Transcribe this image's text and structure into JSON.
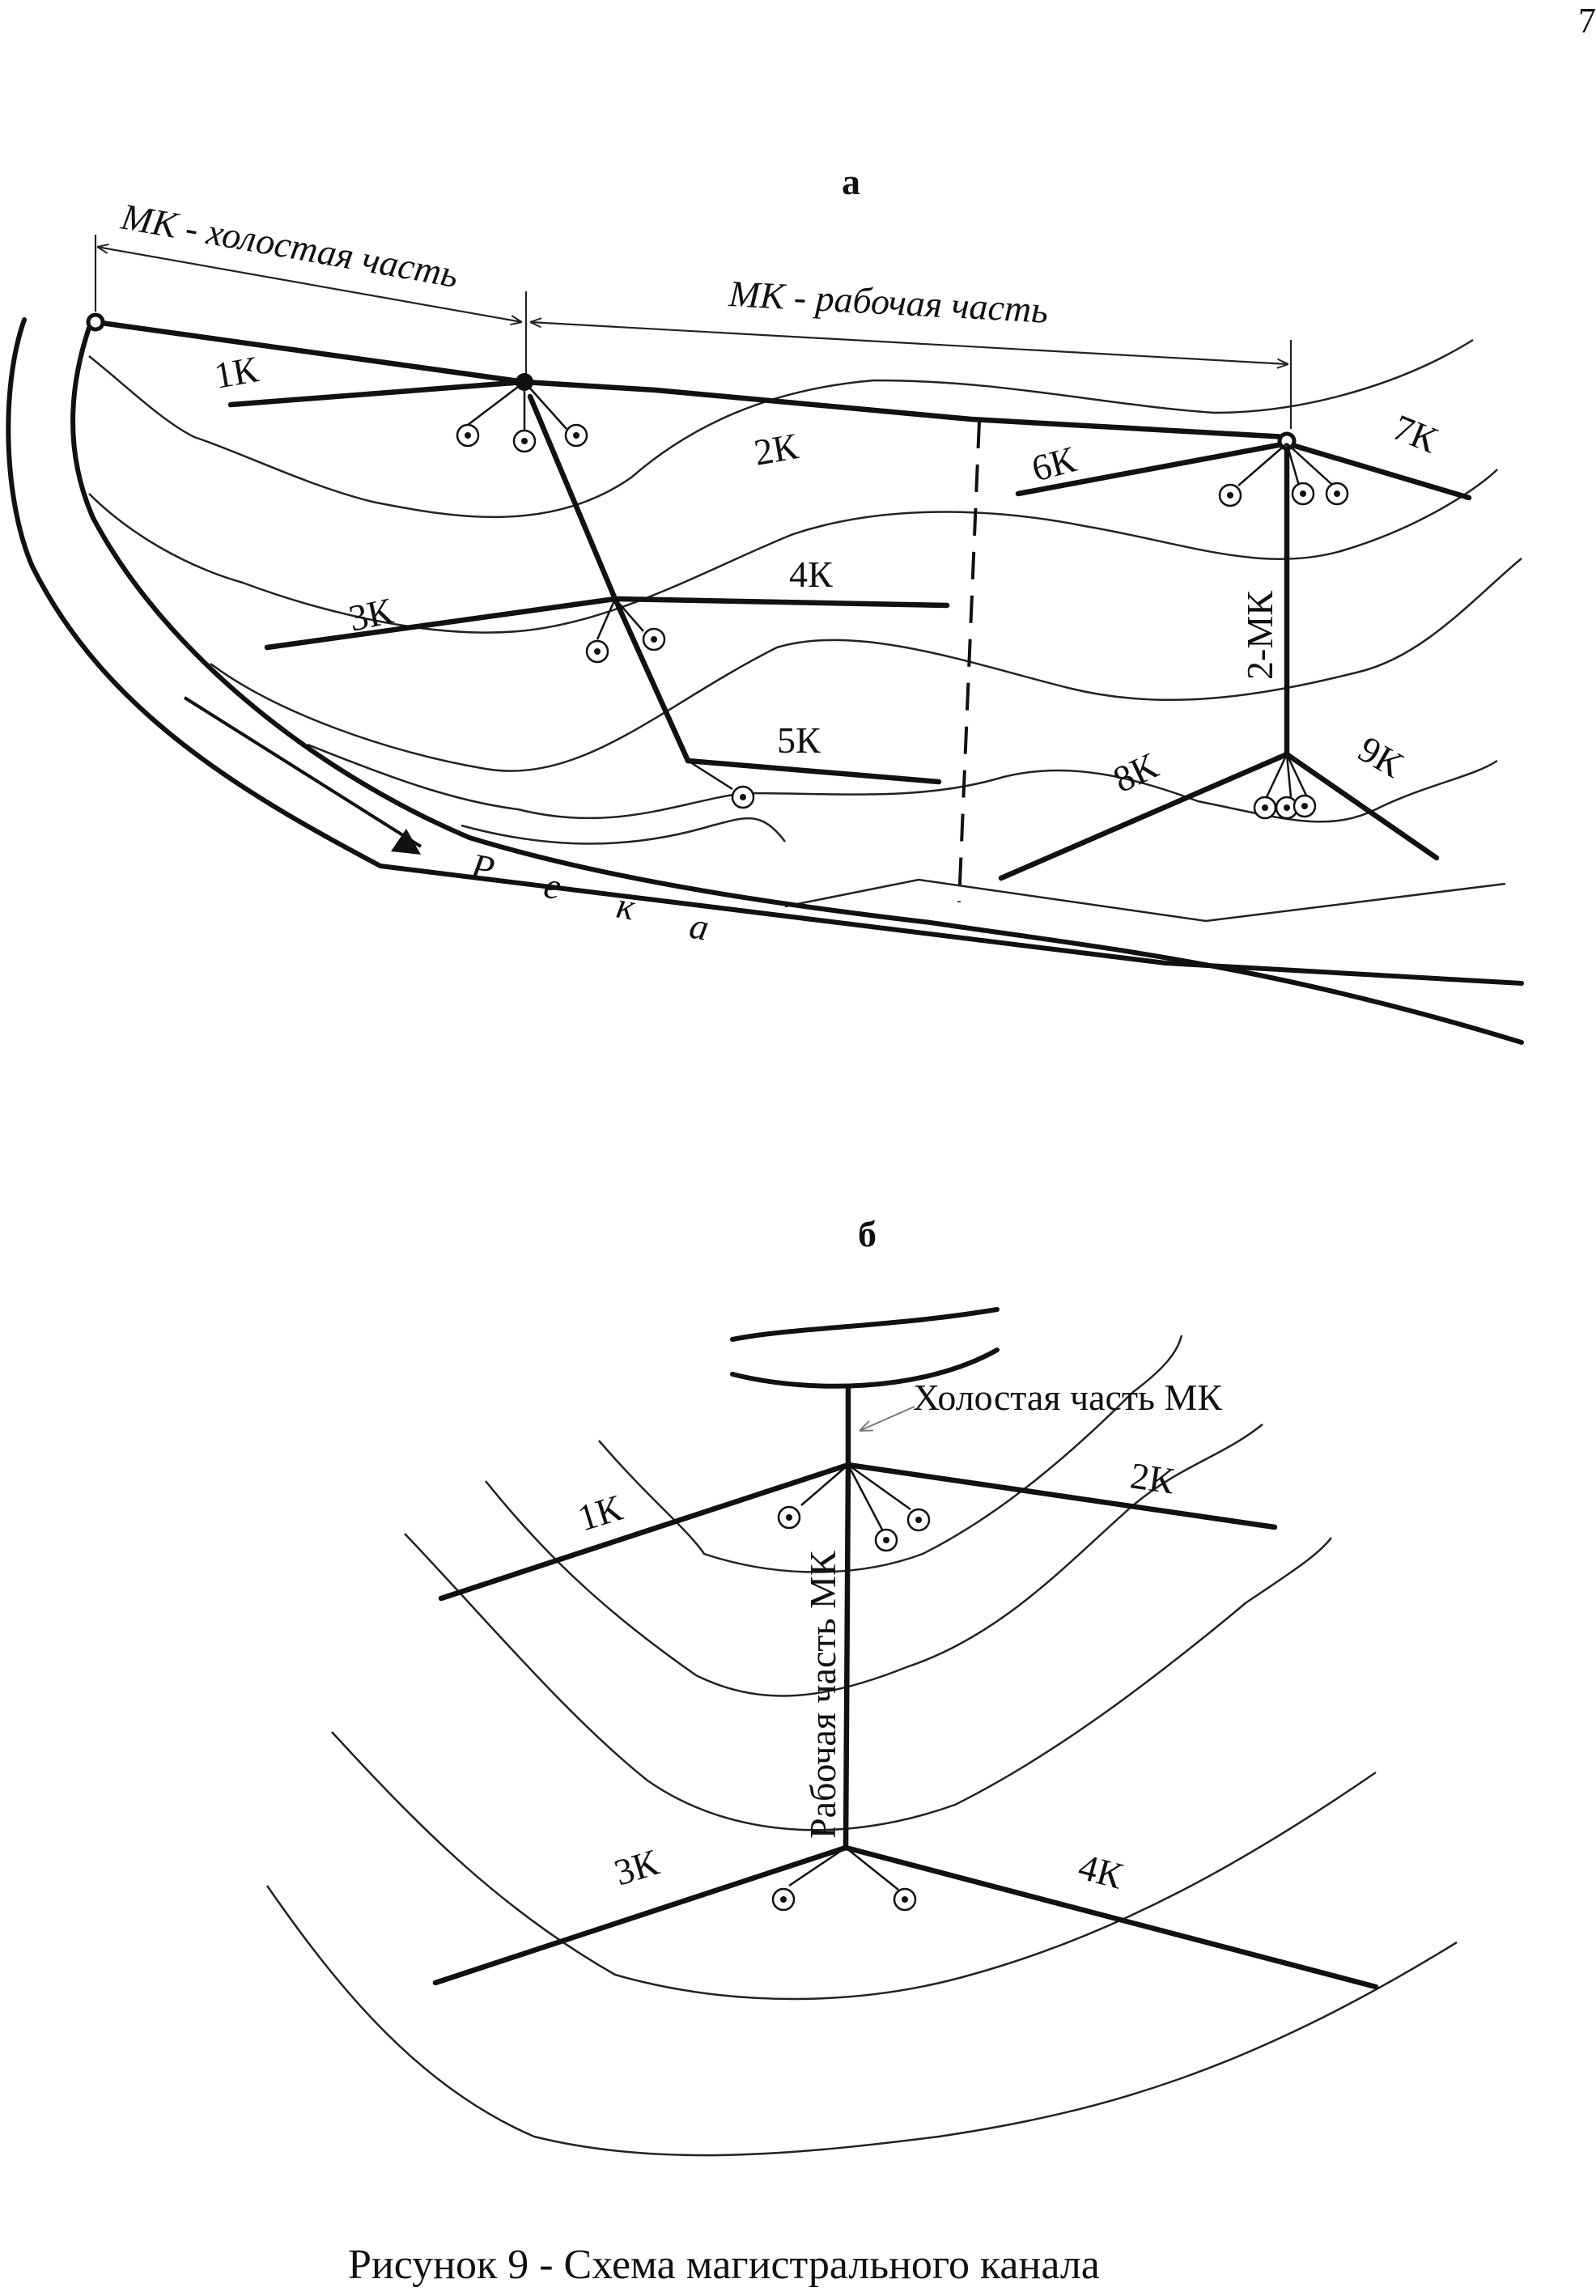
{
  "page_number": "7",
  "caption": "Рисунок 9 - Схема магистрального канала",
  "panel_a": {
    "title": "а",
    "dim_idle": "МК - холостая часть",
    "dim_work": "МК - рабочая часть",
    "canals": [
      "1К",
      "2К",
      "3К",
      "4К",
      "5К",
      "6К",
      "7К",
      "8К",
      "9К"
    ],
    "main_canal_2": "2-МК",
    "river": [
      "Р",
      "е",
      "к",
      "а"
    ]
  },
  "panel_b": {
    "title": "б",
    "idle_label": "Холостая часть МК",
    "work_label": "Рабочая часть МК",
    "canals": [
      "1К",
      "2К",
      "3К",
      "4К"
    ]
  }
}
